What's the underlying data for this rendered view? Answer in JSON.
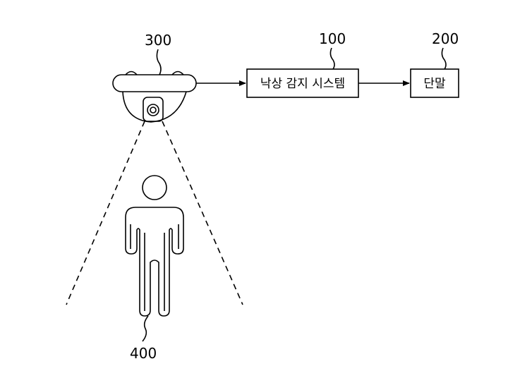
{
  "labels": {
    "camera_ref": "300",
    "system_ref": "100",
    "terminal_ref": "200",
    "person_ref": "400"
  },
  "boxes": {
    "system": "낙상 감지 시스템",
    "terminal": "단말"
  }
}
